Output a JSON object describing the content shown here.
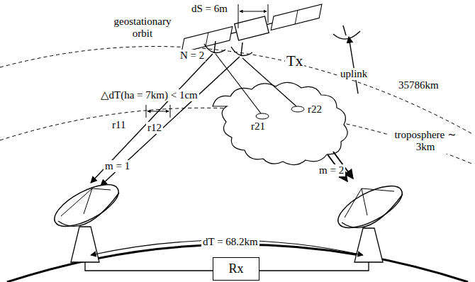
{
  "diagram": {
    "nodes": [
      {
        "text": [
          "Rx"
        ]
      }
    ],
    "labels": [
      "dS = 6m",
      "geostationary orbit",
      "N = 2",
      "Tx",
      "uplink",
      "35786km",
      "△dT(ha = 7km) < 1cm",
      "r11",
      "r12",
      "r21",
      "r22",
      "troposphere ∼ 3km",
      "m = 1",
      "m = 2",
      "dT = 68.2km"
    ]
  }
}
